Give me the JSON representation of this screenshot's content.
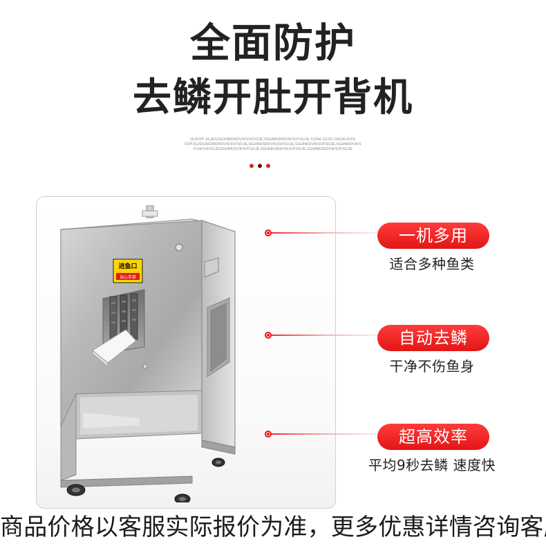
{
  "title_line_1": "全面防护",
  "title_line_2": "去鳞开肚开背机",
  "fine_print": [
    "OLIFOP JGJESJHOOMORDVIKSVFSOJE,SGHNKSRDVIKSVFSOJE CORE OCOL DIEHFJOOL",
    "FOPJGJESJHOMORDVIKSVFSOJE,SGHNKSRDVIKSVFSOJE,SGHNKDVIKSVFSOJE,SGHNKDVIKS",
    "FVIKSVFSOJESGHNKDVIKSVFSOJE,SGHNKSRDVIKSVFSOJE,SGHNKSRDVIKSVFSOJE"
  ],
  "machine": {
    "label_top": "进鱼口",
    "label_bottom": "当心手部"
  },
  "features": [
    {
      "badge": "一机多用",
      "description": "适合多种鱼类"
    },
    {
      "badge": "自动去鳞",
      "description": "干净不伤鱼身"
    },
    {
      "badge": "超高效率",
      "description": "平均9秒去鳞 速度快"
    }
  ],
  "footer_note": "商品价格以客服实际报价为准，更多优惠详情咨询客服",
  "colors": {
    "accent": "#e21616",
    "title_text": "#222222",
    "frame_border": "#cfcfcf"
  }
}
